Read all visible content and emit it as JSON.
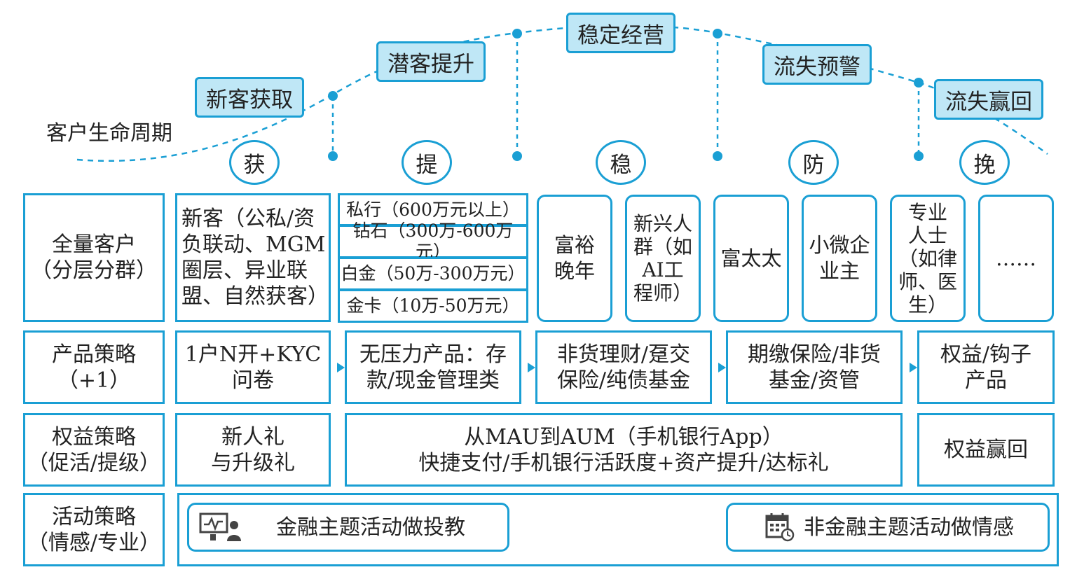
{
  "lifecycle": {
    "label": "客户生命周期",
    "stages": [
      "新客获取",
      "潜客提升",
      "稳定经营",
      "流失预警",
      "流失赢回"
    ],
    "phases": [
      "获",
      "提",
      "稳",
      "防",
      "挽"
    ]
  },
  "rows": {
    "customers": {
      "label_l1": "全量客户",
      "label_l2": "（分层分群）",
      "new_customer": [
        "新客（公私/资",
        "负联动、MGM",
        "圈层、异业联",
        "盟、自然获客）"
      ],
      "tiers": [
        "私行（600万元以上）",
        "钻石（300万-600万元）",
        "白金（50万-300万元）",
        "金卡（10万-50万元）"
      ],
      "groups": {
        "wealthy_elderly": [
          "富裕",
          "晚年"
        ],
        "emerging": [
          "新兴人",
          "群（如",
          "AI工",
          "程师）"
        ],
        "housewife": [
          "富太太"
        ],
        "small_business": [
          "小微企",
          "业主"
        ],
        "professional": [
          "专业",
          "人士",
          "（如律",
          "师、医",
          "生）"
        ],
        "more": [
          "……"
        ]
      }
    },
    "product": {
      "label_l1": "产品策略",
      "label_l2": "（+1）",
      "items": [
        [
          "1户N开+KYC",
          "问卷"
        ],
        [
          "无压力产品：存",
          "款/现金管理类"
        ],
        [
          "非货理财/趸交",
          "保险/纯债基金"
        ],
        [
          "期缴保险/非货",
          "基金/资管"
        ],
        [
          "权益/钩子",
          "产品"
        ]
      ]
    },
    "rights": {
      "label_l1": "权益策略",
      "label_l2": "（促活/提级）",
      "new_gift": [
        "新人礼",
        "与升级礼"
      ],
      "mau_aum": [
        "从MAU到AUM（手机银行App）",
        "快捷支付/手机银行活跃度+资产提升/达标礼"
      ],
      "winback": "权益赢回"
    },
    "activity": {
      "label_l1": "活动策略",
      "label_l2": "（情感/专业）",
      "financial": "金融主题活动做投教",
      "non_financial": "非金融主题活动做情感"
    }
  },
  "colors": {
    "accent": "#1a9fd4",
    "stage_fill": "#bfe7f6"
  }
}
